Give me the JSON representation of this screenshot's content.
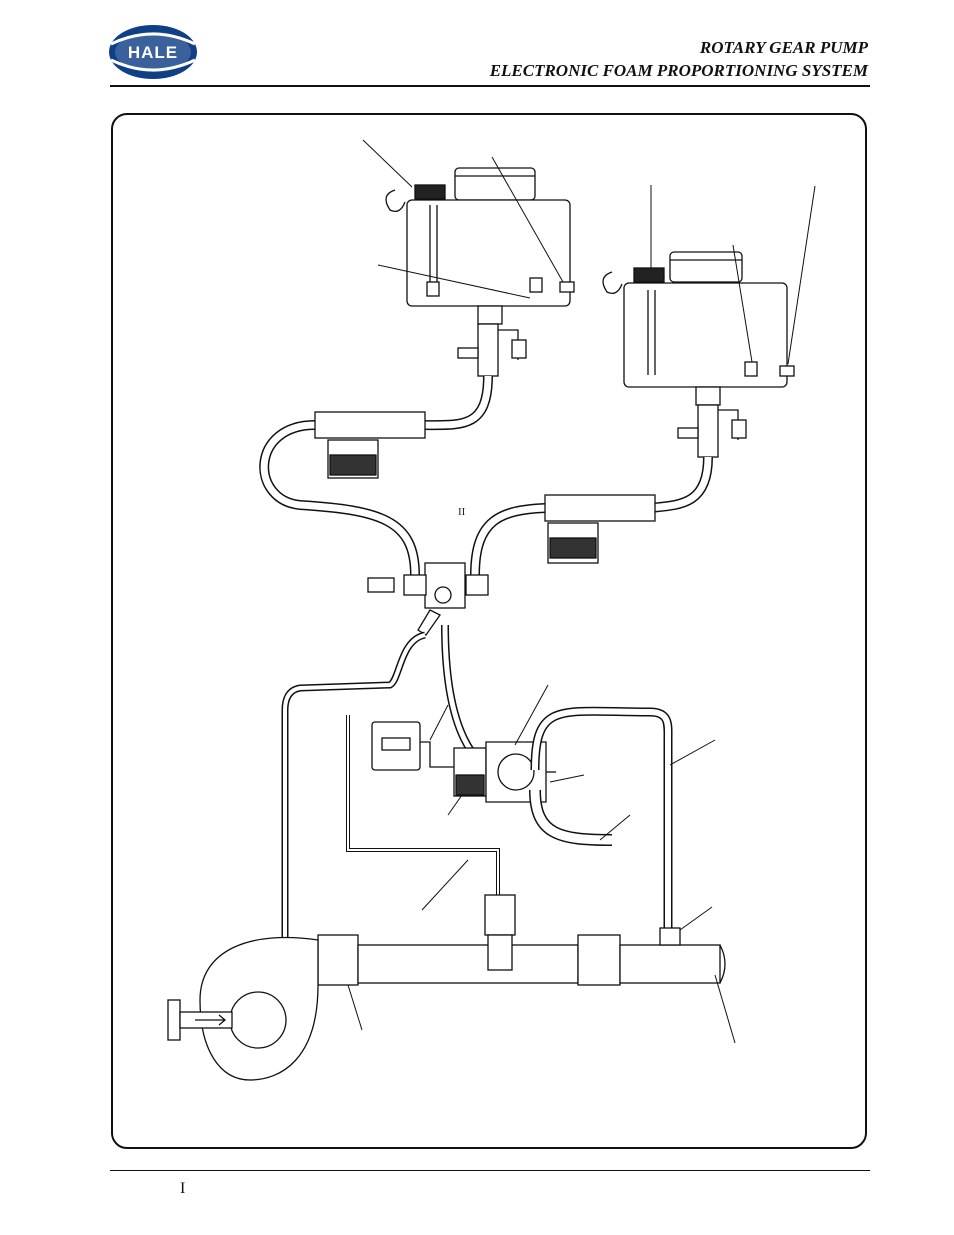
{
  "header": {
    "logo_text": "HALE",
    "title_line1": "ROTARY GEAR PUMP",
    "title_line2": "ELECTRONIC FOAM PROPORTIONING SYSTEM"
  },
  "diagram": {
    "center_label": "II"
  },
  "footer": {
    "page_marker": "I"
  }
}
